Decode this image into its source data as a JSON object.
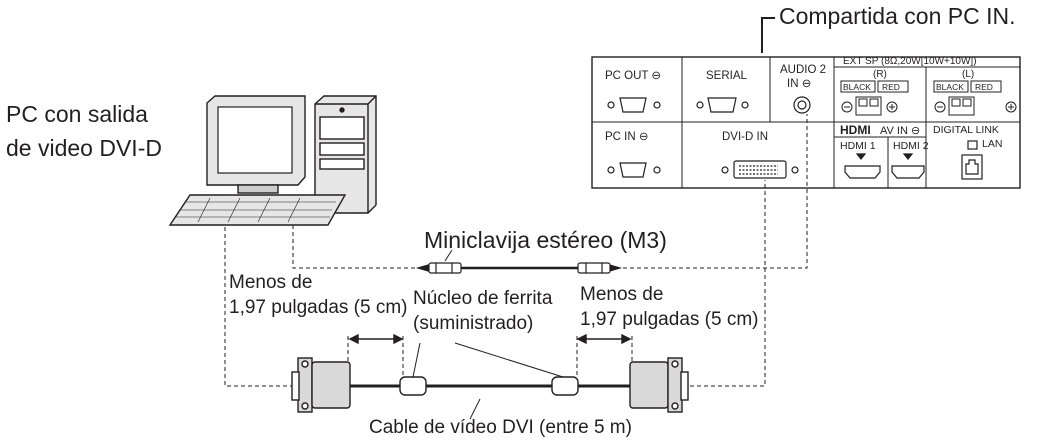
{
  "shared_note": "Compartida con PC IN.",
  "pc_label": {
    "line1": "PC con salida",
    "line2": "de video DVI-D"
  },
  "stereo_plug": "Miniclavija estéreo (M3)",
  "left_distance": {
    "line1": "Menos de",
    "line2": "1,97 pulgadas (5 cm)"
  },
  "ferrite": {
    "line1": "Núcleo de ferrita",
    "line2": "(suministrado)"
  },
  "right_distance": {
    "line1": "Menos de",
    "line2": "1,97 pulgadas (5 cm)"
  },
  "cable_label": "Cable de vídeo DVI (entre 5 m)",
  "panel": {
    "pc_out": "PC OUT ⊖",
    "serial": "SERIAL",
    "audio2_line1": "AUDIO 2",
    "audio2_line2": "IN ⊖",
    "ext_sp": "EXT SP (8Ω,20W[10W+10W])",
    "ext_r": "(R)",
    "ext_l": "(L)",
    "black": "BLACK",
    "red": "RED",
    "pc_in": "PC IN ⊖",
    "dvi_in": "DVI-D IN",
    "hdmi_logo": "HDMI",
    "av_in": "AV IN ⊖",
    "hdmi1": "HDMI 1",
    "hdmi2": "HDMI 2",
    "digital_link": "DIGITAL LINK",
    "lan": "LAN"
  }
}
